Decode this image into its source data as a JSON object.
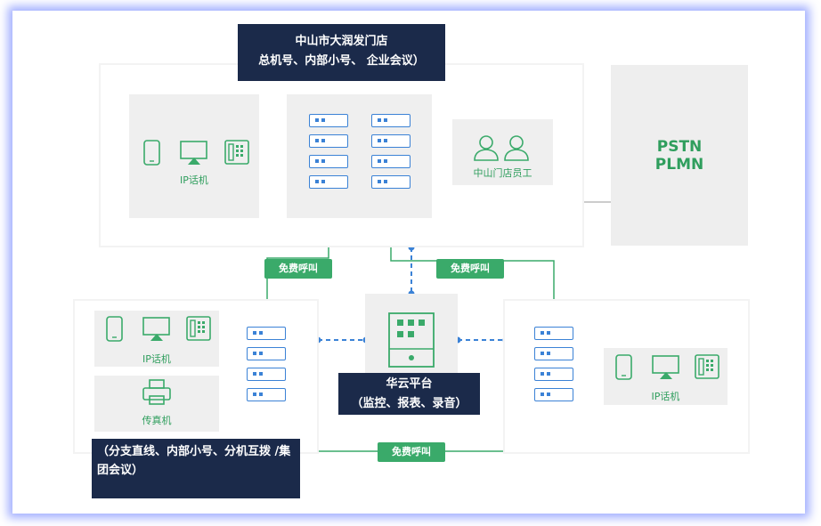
{
  "hq": {
    "title": "中山市大润发门店",
    "subtitle": "总机号、内部小号、 企业会议）",
    "ip_phone_label": "IP话机",
    "staff_label": "中山门店员工"
  },
  "pstn": {
    "line1": "PSTN",
    "line2": "PLMN"
  },
  "cloud": {
    "title": "华云平台",
    "subtitle": "（监控、报表、录音）"
  },
  "left_branch": {
    "ip_phone_label": "IP话机",
    "fax_label": "传真机",
    "note": "（分支直线、内部小号、分机互拨 /集团会议）"
  },
  "right_branch": {
    "ip_phone_label": "IP话机"
  },
  "links": {
    "free_call_1": "免费呼叫",
    "free_call_2": "免费呼叫",
    "free_call_3": "免费呼叫"
  },
  "colors": {
    "green": "#3aaa6a",
    "navy": "#1b2a4a",
    "blue": "#3b82d6",
    "gray_box": "#efefef"
  },
  "icons": [
    "mobile-phone-icon",
    "ip-desk-phone-icon",
    "landline-phone-icon",
    "server-rack-icon",
    "user-group-icon",
    "fax-machine-icon",
    "cloud-platform-icon"
  ]
}
